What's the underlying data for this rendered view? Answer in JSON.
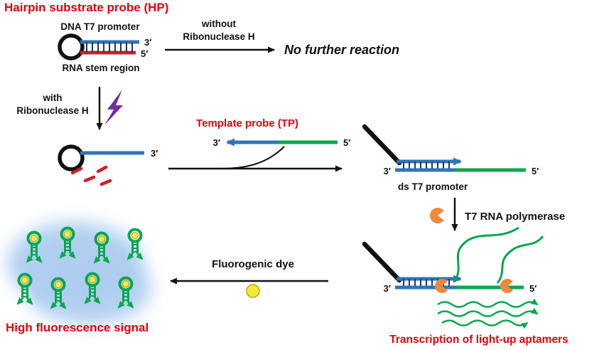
{
  "diagram": {
    "title": "Hairpin substrate probe (HP)",
    "hp": {
      "dna_label": "DNA T7 promoter",
      "rna_label": "RNA stem region",
      "three_prime": "3′",
      "five_prime": "5′"
    },
    "no_reaction_branch": {
      "condition_line1": "without",
      "condition_line2": "Ribonuclease H",
      "result": "No further reaction"
    },
    "cleavage_branch": {
      "condition_line1": "with",
      "condition_line2": "Ribonuclease H",
      "cleaved_three_prime": "3′"
    },
    "template_probe": {
      "title": "Template probe (TP)",
      "three_prime": "3′",
      "five_prime": "5′"
    },
    "duplex": {
      "three_prime": "3′",
      "five_prime": "5′",
      "label": "ds T7 promoter"
    },
    "polymerase_step": {
      "label": "T7 RNA polymerase"
    },
    "transcription": {
      "three_prime": "3′",
      "five_prime": "5′",
      "caption": "Transcription of light-up aptamers"
    },
    "dye_step": {
      "label": "Fluorogenic dye"
    },
    "signal": {
      "caption": "High fluorescence signal"
    },
    "icons": [
      "lightning-icon",
      "polymerase-pacman-icon",
      "dye-dot-icon",
      "aptamer-icon"
    ]
  },
  "colors": {
    "accent_red": "#e8000b",
    "dna_blue": "#2e75b6",
    "rna_red": "#cf1f26",
    "aptamer_green": "#0ca64f",
    "polymerase_orange": "#f0883a",
    "dye_yellow": "#f2e93c",
    "lightning_purple": "#7030a0",
    "glow_blue": "#aecdf0",
    "strand_black": "#111111",
    "rung_navy": "#1f3864"
  }
}
